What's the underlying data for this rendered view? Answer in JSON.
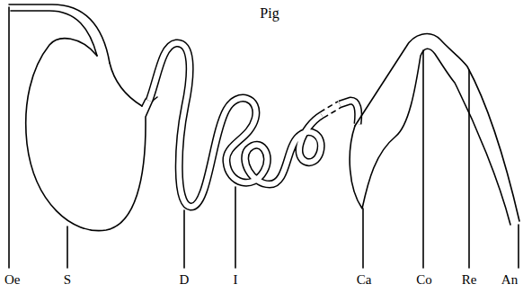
{
  "diagram": {
    "title": "Pig",
    "labels": [
      "Oe",
      "S",
      "D",
      "I",
      "Ca",
      "Co",
      "Re",
      "An"
    ]
  }
}
